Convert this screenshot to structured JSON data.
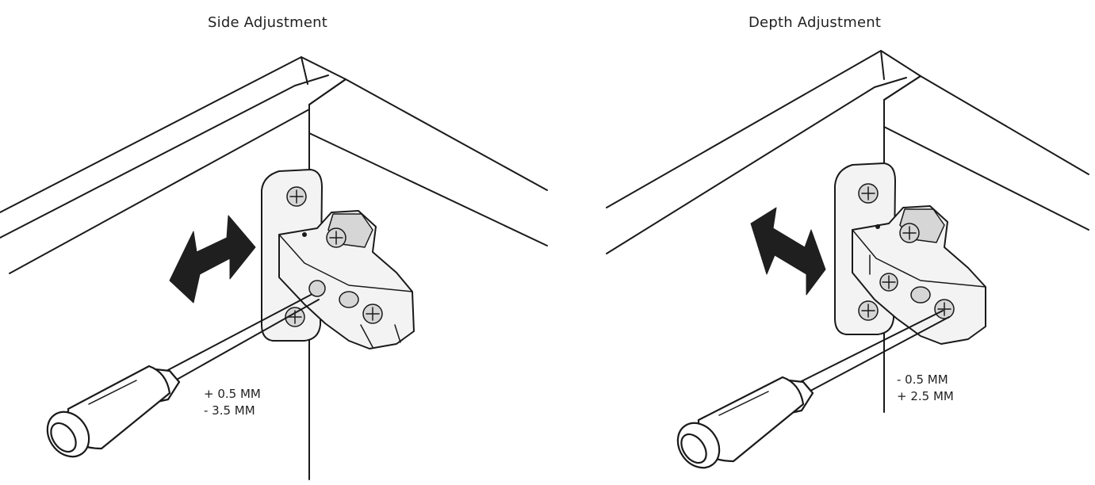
{
  "panels": [
    {
      "title": "Side Adjustment",
      "spec_plus": "+ 0.5 MM",
      "spec_minus": "- 3.5 MM"
    },
    {
      "title": "Depth Adjustment",
      "spec_minus": "- 0.5 MM",
      "spec_plus": "+ 2.5 MM"
    }
  ],
  "icons": {
    "adjust_arrow": "double-headed-arrow-icon",
    "screwdriver": "screwdriver-icon",
    "screw": "phillips-screw-icon",
    "hinge": "concealed-hinge-icon"
  }
}
